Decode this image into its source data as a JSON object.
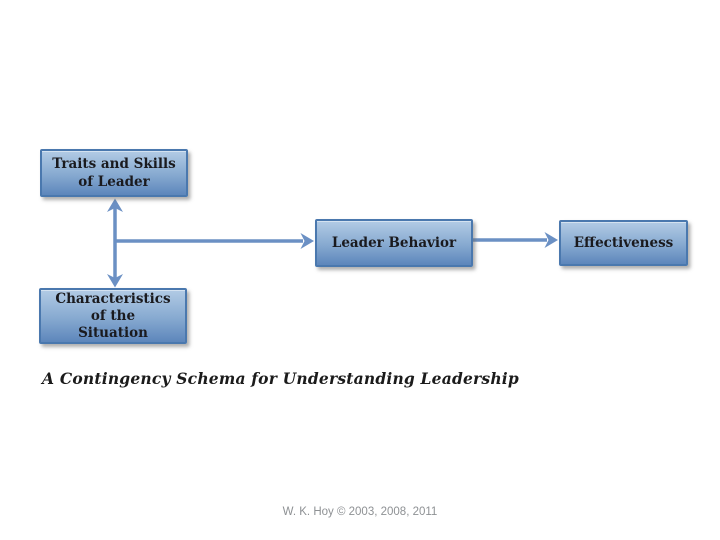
{
  "slide": {
    "caption": "A Contingency Schema for Understanding Leadership",
    "footer": "W. K. Hoy © 2003, 2008, 2011"
  },
  "diagram": {
    "boxes": {
      "traits": {
        "label": "Traits and Skills\nof Leader"
      },
      "situation": {
        "label": "Characteristics\nof the\nSituation"
      },
      "behavior": {
        "label": "Leader Behavior"
      },
      "effectiveness": {
        "label": "Effectiveness"
      }
    },
    "connectors": [
      "traits <-> situation (vertical double arrow)",
      "junction -> behavior (right arrow)",
      "behavior -> effectiveness (right arrow)"
    ]
  },
  "colors": {
    "background": "#ffffff",
    "box-fill-top": "#b2cbe5",
    "box-fill-mid": "#86a9d0",
    "box-fill-bottom": "#5d86bb",
    "box-border": "#4a78ae",
    "box-text": "#1a1a1e",
    "arrow": "#6b90c4",
    "caption-text": "#1b1b1b",
    "footer-text": "#8e9194"
  }
}
